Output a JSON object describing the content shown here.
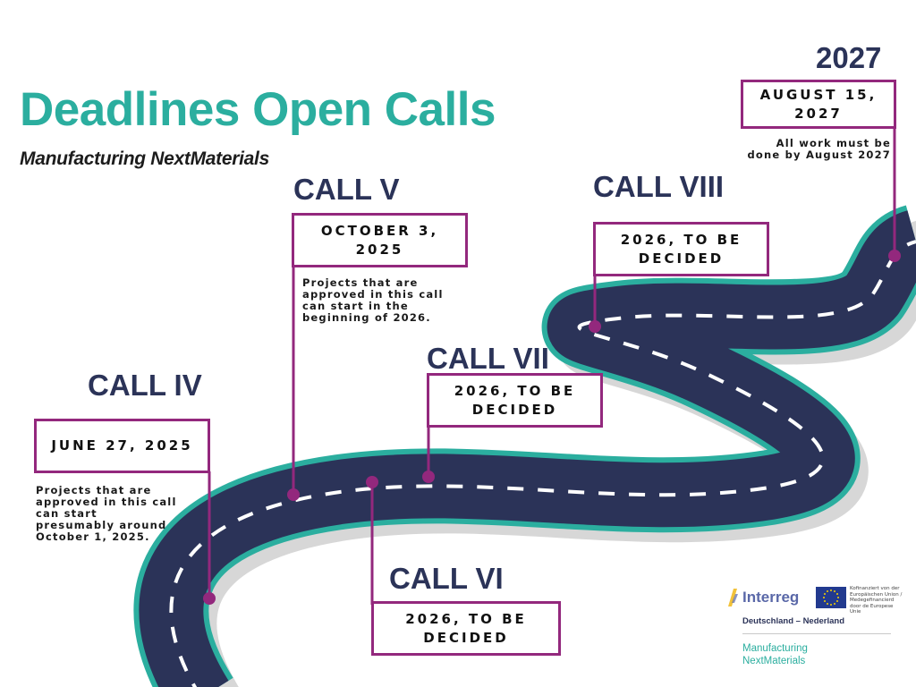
{
  "header": {
    "title": "Deadlines Open Calls",
    "subtitle": "Manufacturing NextMaterials",
    "end_year": "2027"
  },
  "calls": [
    {
      "label": "CALL IV",
      "date": "JUNE 27, 2025",
      "note": "Projects that are approved in this call can start presumably around October 1, 2025."
    },
    {
      "label": "CALL V",
      "date": "OCTOBER 3, 2025",
      "note": "Projects that are approved in this call can start in the beginning of 2026."
    },
    {
      "label": "CALL VI",
      "date": "2026, TO BE DECIDED"
    },
    {
      "label": "CALL VII",
      "date": "2026, TO BE DECIDED"
    },
    {
      "label": "CALL VIII",
      "date": "2026, TO BE DECIDED"
    },
    {
      "label": "",
      "date": "AUGUST 15, 2027",
      "note": "All work must be done by August 2027"
    }
  ],
  "logos": {
    "program": "Interreg",
    "eu_text": "Kofinanziert von der Europäischen Union / Medegefinancierd door de Europese Unie",
    "region": "Deutschland – Nederland",
    "project": "Manufacturing NextMaterials"
  },
  "colors": {
    "title": "#2bae9f",
    "road": "#2b3358",
    "road_edge": "#2bae9f",
    "marker": "#93287d",
    "label": "#2b3358"
  },
  "icons": [
    "road-icon",
    "interreg-logo-icon",
    "eu-flag-icon"
  ]
}
